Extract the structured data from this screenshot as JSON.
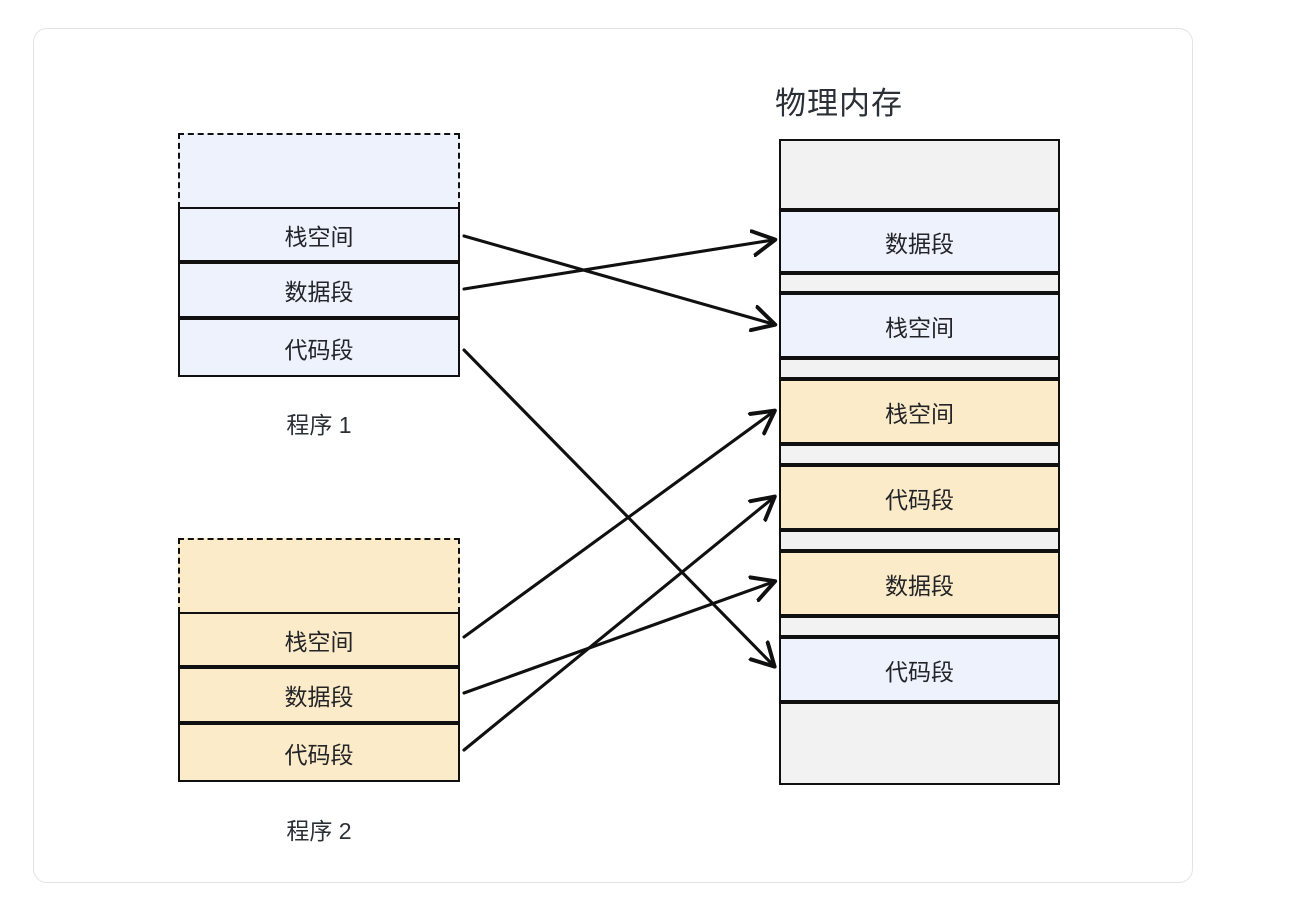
{
  "diagram": {
    "title_memory": "物理内存",
    "colors": {
      "program1_fill": "#edf2fc",
      "program2_fill": "#fcebc8",
      "free_fill": "#f2f2f2",
      "stroke": "#101010",
      "card_border": "#e3e3e3",
      "text": "#222428"
    },
    "programs": [
      {
        "caption": "程序 1",
        "fill": "#edf2fc",
        "segments": [
          {
            "label": "栈空间"
          },
          {
            "label": "数据段"
          },
          {
            "label": "代码段"
          }
        ]
      },
      {
        "caption": "程序 2",
        "fill": "#fcebc8",
        "segments": [
          {
            "label": "栈空间"
          },
          {
            "label": "数据段"
          },
          {
            "label": "代码段"
          }
        ]
      }
    ],
    "memory_blocks": [
      {
        "label": "",
        "kind": "free",
        "fill": "#f2f2f2"
      },
      {
        "label": "数据段",
        "kind": "program1",
        "fill": "#edf2fc"
      },
      {
        "label": "",
        "kind": "free",
        "fill": "#f2f2f2"
      },
      {
        "label": "栈空间",
        "kind": "program1",
        "fill": "#edf2fc"
      },
      {
        "label": "",
        "kind": "free",
        "fill": "#f2f2f2"
      },
      {
        "label": "栈空间",
        "kind": "program2",
        "fill": "#fcebc8"
      },
      {
        "label": "",
        "kind": "free",
        "fill": "#f2f2f2"
      },
      {
        "label": "代码段",
        "kind": "program2",
        "fill": "#fcebc8"
      },
      {
        "label": "",
        "kind": "free",
        "fill": "#f2f2f2"
      },
      {
        "label": "数据段",
        "kind": "program2",
        "fill": "#fcebc8"
      },
      {
        "label": "",
        "kind": "free",
        "fill": "#f2f2f2"
      },
      {
        "label": "代码段",
        "kind": "program1",
        "fill": "#edf2fc"
      },
      {
        "label": "",
        "kind": "free",
        "fill": "#f2f2f2"
      }
    ],
    "mappings": [
      {
        "from": "程序 1 / 栈空间",
        "to": "物理内存 / 栈空间"
      },
      {
        "from": "程序 1 / 数据段",
        "to": "物理内存 / 数据段"
      },
      {
        "from": "程序 1 / 代码段",
        "to": "物理内存 / 代码段"
      },
      {
        "from": "程序 2 / 栈空间",
        "to": "物理内存 / 栈空间"
      },
      {
        "from": "程序 2 / 数据段",
        "to": "物理内存 / 数据段"
      },
      {
        "from": "程序 2 / 代码段",
        "to": "物理内存 / 代码段"
      }
    ]
  }
}
